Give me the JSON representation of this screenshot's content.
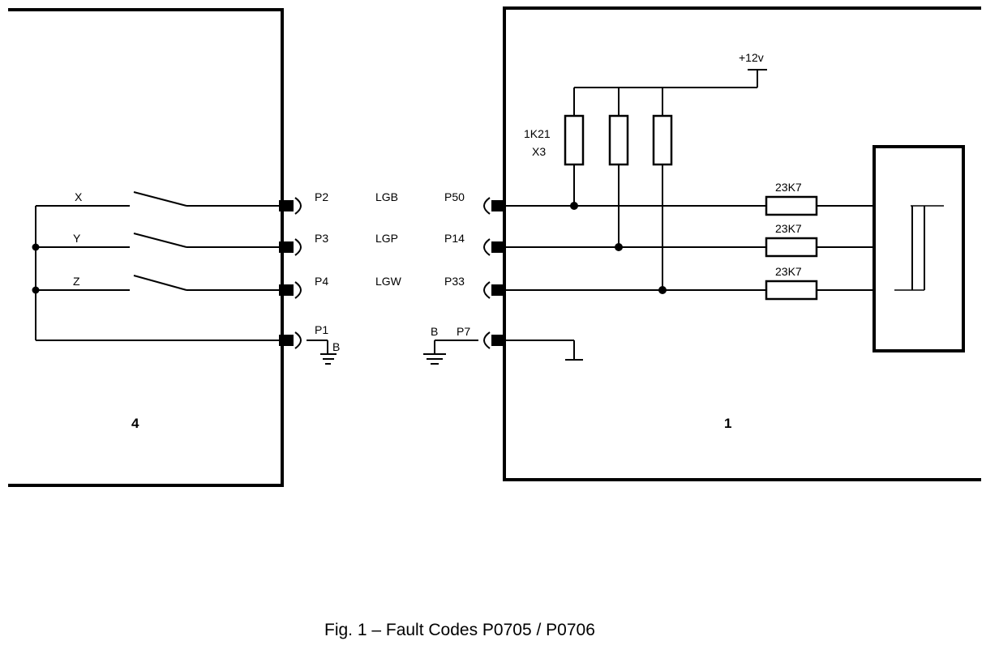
{
  "diagram": {
    "module_left": "4",
    "module_right": "1",
    "supply": "+12v",
    "pullup_label_1": "1K21",
    "pullup_label_2": "X3",
    "circuits": [
      {
        "switch": "X",
        "left_pin": "P2",
        "wire": "LGB",
        "right_pin": "P50",
        "resistor": "23K7"
      },
      {
        "switch": "Y",
        "left_pin": "P3",
        "wire": "LGP",
        "right_pin": "P14",
        "resistor": "23K7"
      },
      {
        "switch": "Z",
        "left_pin": "P4",
        "wire": "LGW",
        "right_pin": "P33",
        "resistor": "23K7"
      }
    ],
    "ground_left_pin": "P1",
    "ground_left_label": "B",
    "ground_right_pin": "P7",
    "ground_right_label": "B"
  },
  "caption": "Fig. 1 – Fault Codes P0705 / P0706"
}
